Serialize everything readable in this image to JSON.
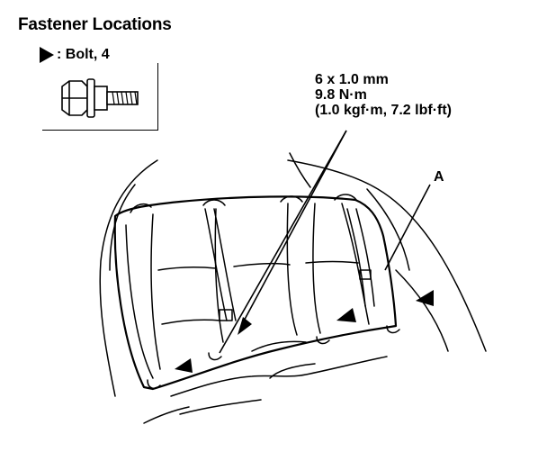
{
  "title": "Fastener Locations",
  "legend": {
    "symbol": "triangle-arrow",
    "text": ": Bolt, 4"
  },
  "spec": {
    "line1": "6 x 1.0 mm",
    "line2": "9.8 N·m",
    "line3": "(1.0 kgf·m, 7.2 lbf·ft)"
  },
  "callout": "A"
}
